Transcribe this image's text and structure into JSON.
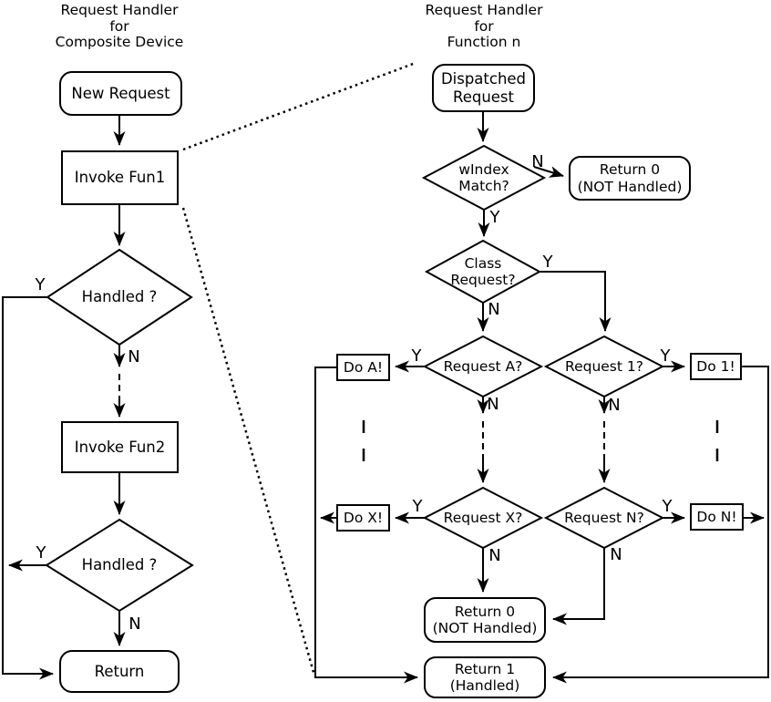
{
  "diagram": {
    "left": {
      "title": "Request Handler\nfor\nComposite Device",
      "nodes": {
        "new_request": "New Request",
        "invoke_fun1": "Invoke Fun1",
        "handled_1": "Handled ?",
        "invoke_fun2": "Invoke Fun2",
        "handled_2": "Handled ?",
        "return": "Return"
      }
    },
    "right": {
      "title": "Request Handler\nfor\nFunction n",
      "nodes": {
        "dispatched_request": "Dispatched\nRequest",
        "windex_match": "wIndex\nMatch?",
        "return_0_top": "Return 0\n(NOT Handled)",
        "class_request": "Class\nRequest?",
        "request_a": "Request A?",
        "request_1": "Request 1?",
        "do_a": "Do A!",
        "do_1": "Do 1!",
        "request_x": "Request X?",
        "request_n": "Request N?",
        "do_x": "Do X!",
        "do_n": "Do N!",
        "return_0_bottom": "Return 0\n(NOT Handled)",
        "return_1": "Return 1\n(Handled)"
      }
    },
    "branch_labels": {
      "yes": "Y",
      "no": "N"
    }
  },
  "colors": {
    "stroke": "#000000",
    "background": "#ffffff"
  }
}
